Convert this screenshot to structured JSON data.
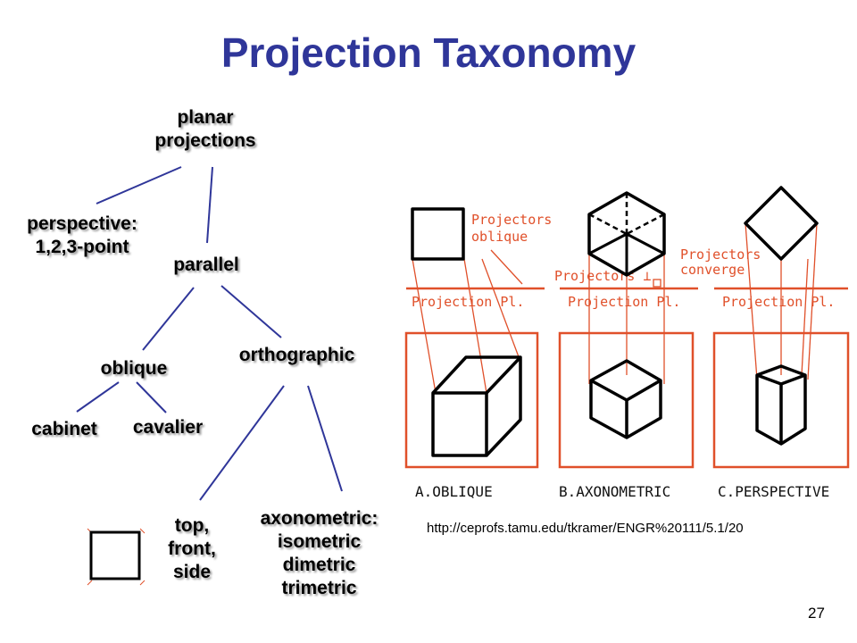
{
  "title": "Projection Taxonomy",
  "tree": {
    "root": [
      "planar",
      "projections"
    ],
    "perspective": [
      "perspective:",
      "1,2,3-point"
    ],
    "parallel": "parallel",
    "oblique": "oblique",
    "orthographic": "orthographic",
    "cabinet": "cabinet",
    "cavalier": "cavalier",
    "top_front_side": [
      "top,",
      "front,",
      "side"
    ],
    "axonometric": [
      "axonometric:",
      "isometric",
      "dimetric",
      "trimetric"
    ]
  },
  "figure": {
    "labels": {
      "projectors_oblique": [
        "Projectors",
        "oblique"
      ],
      "projectors_perp": "Projectors ⊥",
      "projectors_converge": [
        "Projectors",
        "converge"
      ],
      "projection_plane": "Projection  Pl."
    },
    "captions": [
      "A.OBLIQUE",
      "B.AXONOMETRIC",
      "C.PERSPECTIVE"
    ],
    "accent_color": "#e0502a"
  },
  "source_url": "http://ceprofs.tamu.edu/tkramer/ENGR%20111/5.1/20",
  "page_number": "27"
}
